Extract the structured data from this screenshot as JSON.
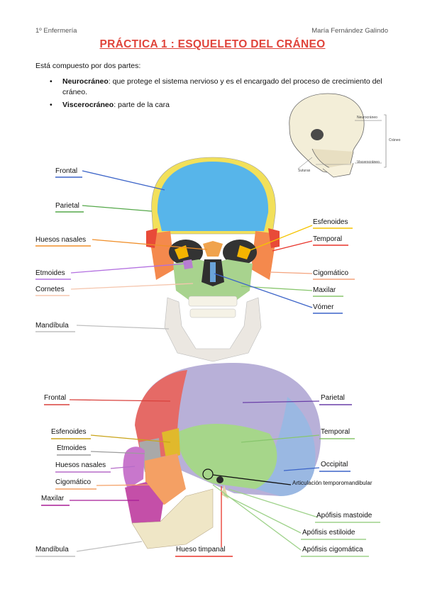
{
  "header": {
    "left": "1º Enfermería",
    "right": "María Fernández Galindo"
  },
  "title": "PRÁCTICA 1 : ESQUELETO DEL CRÁNEO",
  "intro": "Está compuesto por dos partes:",
  "bullets": [
    {
      "term": "Neurocráneo",
      "text": ": que protege el sistema nervioso y es el encargado del proceso de crecimiento del cráneo."
    },
    {
      "term": "Viscerocráneo",
      "text": ": parte de la cara"
    }
  ],
  "inset_labels": {
    "neuro": "Neurocráneo",
    "craneo": "Cráneo",
    "suturas": "Suturas",
    "viscero": "Viscerocráneo"
  },
  "front_labels": {
    "frontal": "Frontal",
    "parietal": "Parietal",
    "huesos_nasales": "Huesos nasales",
    "etmoides": "Etmoides",
    "cornetes": "Cornetes",
    "mandibula": "Mandíbula",
    "esfenoides": "Esfenoides",
    "temporal": "Temporal",
    "cigomatico": "Cigomático",
    "maxilar": "Maxilar",
    "vomer": "Vómer"
  },
  "lateral_labels": {
    "frontal": "Frontal",
    "esfenoides": "Esfenoides",
    "etmoides": "Etmoides",
    "huesos_nasales": "Huesos nasales",
    "cigomatico": "Cigomático",
    "maxilar": "Maxilar",
    "mandibula": "Mandíbula",
    "hueso_timpanal": "Hueso timpanal",
    "parietal": "Parietal",
    "temporal": "Temporal",
    "occipital": "Occipital",
    "articulacion": "Articulación temporomandibular",
    "mastoide": "Apófisis mastoide",
    "estiloide": "Apófisis estiloide",
    "cigomatica": "Apófisis cigomática"
  }
}
